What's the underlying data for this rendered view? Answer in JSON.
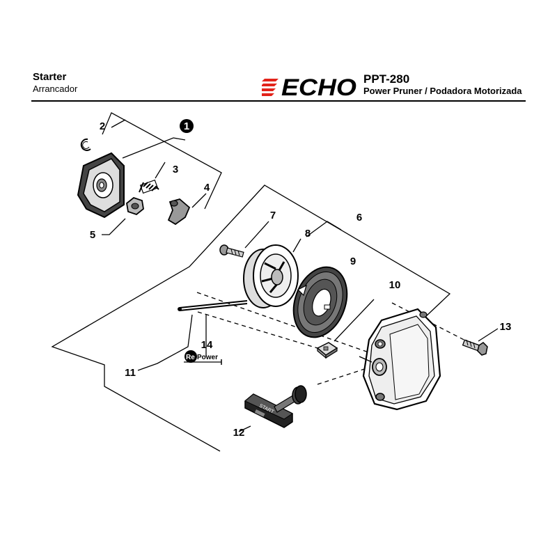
{
  "header": {
    "title": "Starter",
    "subtitle": "Arrancador",
    "brand": "ECHO",
    "model": "PPT-280",
    "product": "Power Pruner / Podadora Motorizada"
  },
  "callouts": {
    "c1": "1",
    "c2": "2",
    "c3": "3",
    "c4": "4",
    "c5": "5",
    "c6": "6",
    "c7": "7",
    "c8": "8",
    "c9": "9",
    "c10": "10",
    "c11": "11",
    "c12": "12",
    "c13": "13",
    "c14": "14"
  },
  "labels": {
    "repower_re": "Re",
    "repower_power": "Power",
    "handle_text": "START"
  },
  "colors": {
    "brand_red": "#e2231a",
    "ink": "#000000"
  }
}
